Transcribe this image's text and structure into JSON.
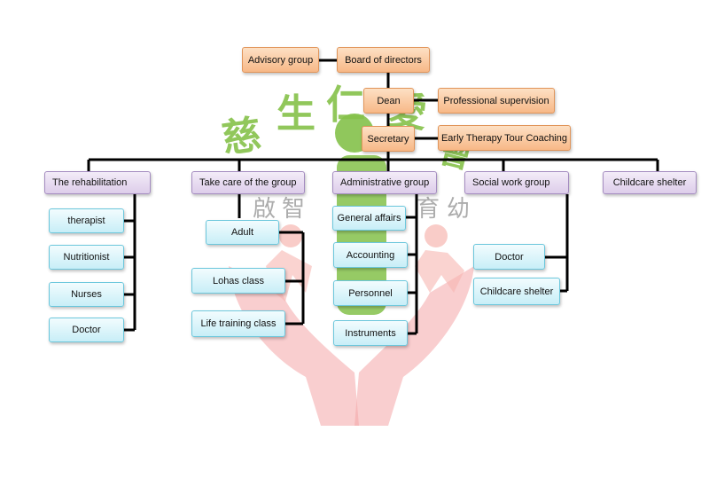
{
  "colors": {
    "leadership": "#f7b887",
    "department": "#ddcdea",
    "unit": "#c8eef7",
    "connector": "#000000",
    "watermark_green": "#86c24a",
    "watermark_pink": "#e88a8e"
  },
  "watermark": {
    "characters": [
      "慈",
      "生",
      "仁",
      "愛",
      "會"
    ],
    "subtext": [
      "啟",
      "智",
      "育",
      "幼"
    ]
  },
  "leadership": {
    "advisory_group": "Advisory group",
    "board_of_directors": "Board of directors",
    "dean": "Dean",
    "professional_supervision": "Professional supervision",
    "secretary": "Secretary",
    "early_therapy": "Early Therapy Tour Coaching"
  },
  "departments": {
    "rehabilitation": {
      "label": "The rehabilitation",
      "units": [
        "therapist",
        "Nutritionist",
        "Nurses",
        "Doctor"
      ]
    },
    "take_care": {
      "label": "Take care of the group",
      "units": [
        "Adult",
        "Lohas class",
        "Life training class"
      ]
    },
    "administrative": {
      "label": "Administrative group",
      "units": [
        "General affairs",
        "Accounting",
        "Personnel",
        "Instruments"
      ]
    },
    "social_work": {
      "label": "Social work group",
      "units": [
        "Doctor",
        "Childcare shelter"
      ]
    },
    "childcare_shelter": {
      "label": "Childcare shelter"
    }
  }
}
